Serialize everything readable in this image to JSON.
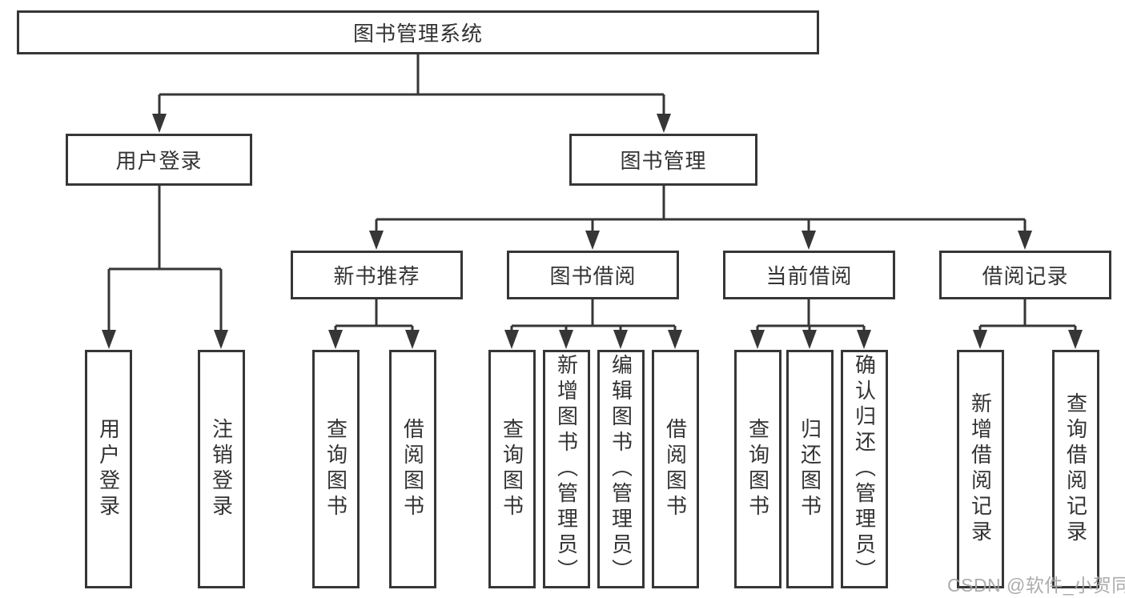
{
  "colors": {
    "line": "#363636",
    "border": "#363636",
    "text": "#333333",
    "watermark": "#a5a5a5",
    "background": "#ffffff"
  },
  "watermark": "CSDN @软件_小贺同学",
  "tree": {
    "root": "图书管理系统",
    "user_login": {
      "label": "用户登录",
      "children": [
        "用户登录",
        "注销登录"
      ]
    },
    "book_management": {
      "label": "图书管理",
      "sections": [
        {
          "label": "新书推荐",
          "children": [
            "查询图书",
            "借阅图书"
          ]
        },
        {
          "label": "图书借阅",
          "children": [
            "查询图书",
            "新增图书（管理员）",
            "编辑图书（管理员）",
            "借阅图书"
          ]
        },
        {
          "label": "当前借阅",
          "children": [
            "查询图书",
            "归还图书",
            "确认归还（管理员）"
          ]
        },
        {
          "label": "借阅记录",
          "children": [
            "新增借阅记录",
            "查询借阅记录"
          ]
        }
      ]
    }
  }
}
